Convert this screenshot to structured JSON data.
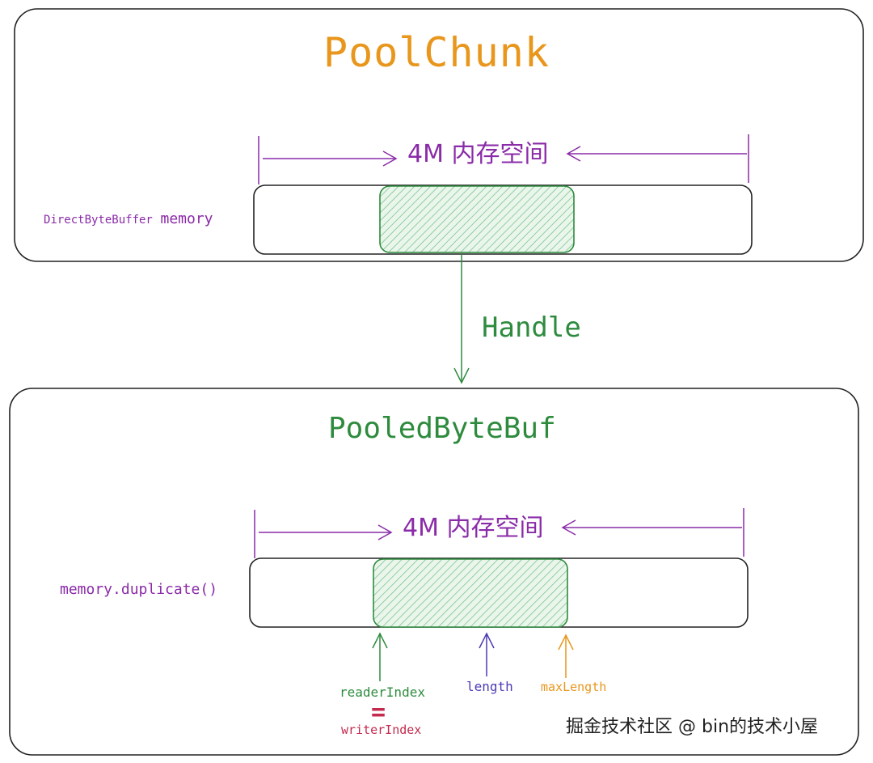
{
  "pool_chunk": {
    "title": "PoolChunk",
    "space_label": "4M 内存空间",
    "memory_label_small": "DirectByteBuffer",
    "memory_label_big": "memory"
  },
  "handle_label": "Handle",
  "pooled_byte_buf": {
    "title": "PooledByteBuf",
    "space_label": "4M 内存空间",
    "memory_label": "memory.duplicate()",
    "reader_index": "readerIndex",
    "equals_sign": "=",
    "writer_index": "writerIndex",
    "length": "length",
    "max_length": "maxLength"
  },
  "watermark": "掘金技术社区 @ bin的技术小屋",
  "colors": {
    "purple": "#8A2BA8",
    "green": "#2E8B3E",
    "orange": "#E8961C",
    "crimson": "#C42A4E",
    "indigo": "#4B3BB5"
  }
}
